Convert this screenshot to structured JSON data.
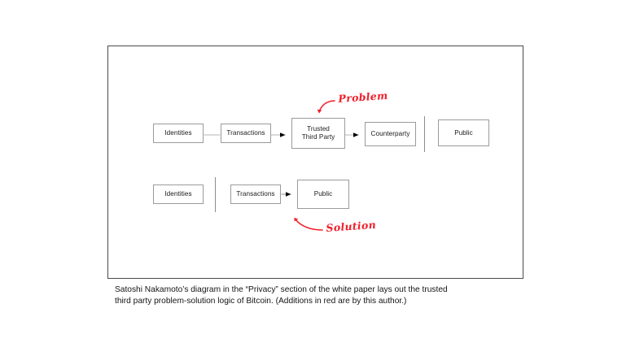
{
  "figure": {
    "frame_border_color": "#4a4a4a",
    "background_color": "#ffffff",
    "box_border_color": "#9b9b9b",
    "annotation_color": "#f0202b",
    "connector_color": "#9b9b9b",
    "arrowhead_color": "#000000"
  },
  "diagram": {
    "rows": [
      {
        "name": "problem-row",
        "nodes": [
          {
            "label": "Identities"
          },
          {
            "label": "Transactions"
          },
          {
            "label": "Trusted\nThird Party",
            "line1": "Trusted",
            "line2": "Third Party"
          },
          {
            "label": "Counterparty"
          },
          {
            "label": "Public"
          }
        ]
      },
      {
        "name": "solution-row",
        "nodes": [
          {
            "label": "Identities"
          },
          {
            "label": "Transactions"
          },
          {
            "label": "Public"
          }
        ]
      }
    ]
  },
  "annotations": [
    {
      "name": "problem",
      "text": "Problem"
    },
    {
      "name": "solution",
      "text": "Solution"
    }
  ],
  "caption": {
    "line1": "Satoshi Nakamoto’s diagram in the “Privacy” section of the white paper lays out the trusted",
    "line2": "third party problem-solution logic of Bitcoin. (Additions in red are by this author.)"
  }
}
